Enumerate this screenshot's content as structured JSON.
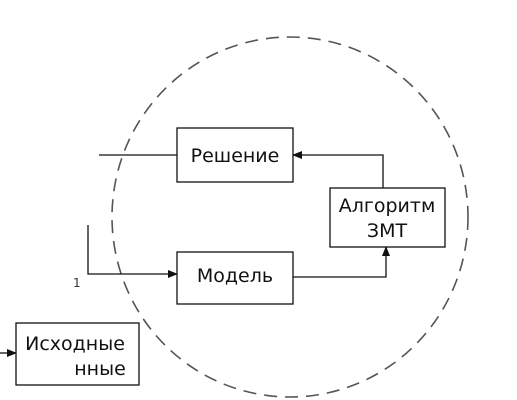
{
  "diagram": {
    "nodes": {
      "decision": {
        "label": "Решение"
      },
      "algorithm": {
        "lines": [
          "Алгоритм",
          "ЗМТ"
        ]
      },
      "model": {
        "label": "Модель"
      },
      "source_data": {
        "lines": [
          "Исходные",
          "нные"
        ]
      }
    },
    "marks": {
      "stray_tick": "1"
    },
    "colors": {
      "stroke": "#111111",
      "dashed_boundary": "#555555",
      "background": "#ffffff"
    }
  }
}
